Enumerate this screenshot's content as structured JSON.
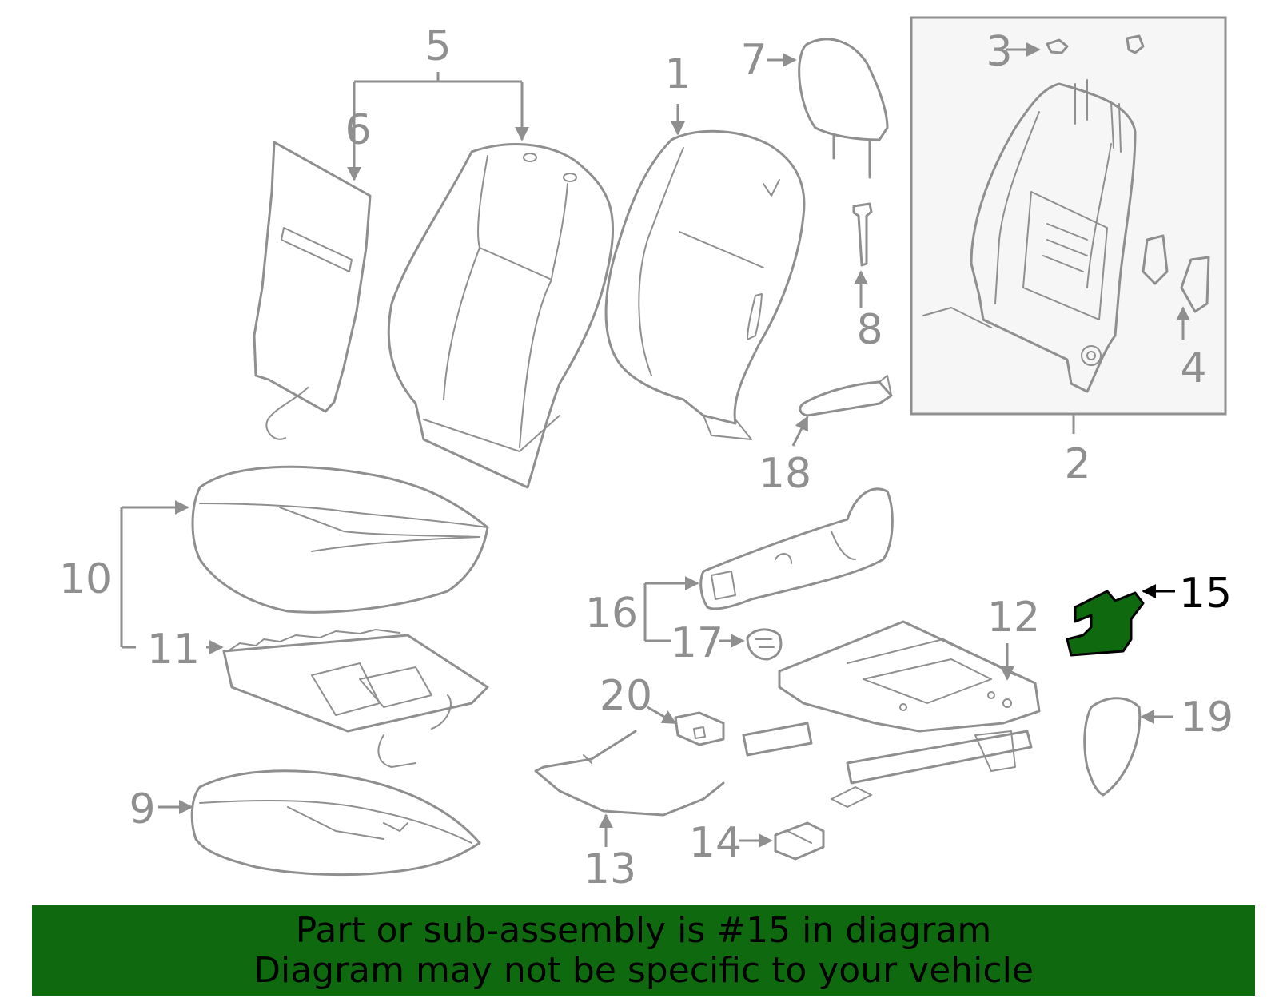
{
  "diagram": {
    "labels": {
      "p1": "1",
      "p2": "2",
      "p3": "3",
      "p4": "4",
      "p5": "5",
      "p6": "6",
      "p7": "7",
      "p8": "8",
      "p9": "9",
      "p10": "10",
      "p11": "11",
      "p12": "12",
      "p13": "13",
      "p14": "14",
      "p15": "15",
      "p16": "16",
      "p17": "17",
      "p18": "18",
      "p19": "19",
      "p20": "20"
    },
    "highlighted_part": "15"
  },
  "banner": {
    "line1": "Part or sub-assembly is #15 in diagram",
    "line2": "Diagram may not be specific to your vehicle",
    "background": "#0f6a0f",
    "text_color": "#000000"
  },
  "colors": {
    "line": "#8f8f8f",
    "highlight": "#0f6a0f"
  }
}
